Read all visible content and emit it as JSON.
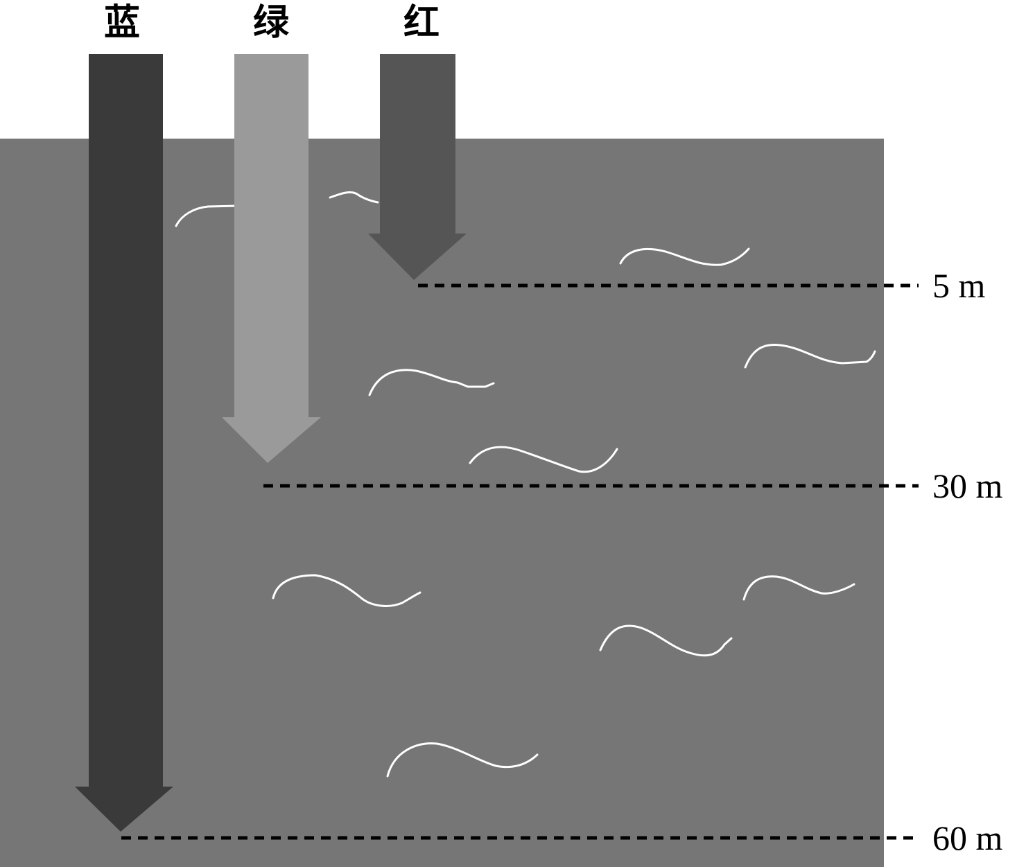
{
  "colors": {
    "water": "#767676",
    "blue_arrow": "#3a3a3a",
    "green_arrow": "#9a9a9a",
    "red_arrow": "#555555",
    "wave": "#ffffff",
    "dash": "#000000"
  },
  "arrows": [
    {
      "label": "蓝",
      "depth_m": 60
    },
    {
      "label": "绿",
      "depth_m": 30
    },
    {
      "label": "红",
      "depth_m": 5
    }
  ],
  "depth_markers": [
    {
      "label": "5 m",
      "depth_m": 5
    },
    {
      "label": "30 m",
      "depth_m": 30
    },
    {
      "label": "60 m",
      "depth_m": 60
    }
  ]
}
